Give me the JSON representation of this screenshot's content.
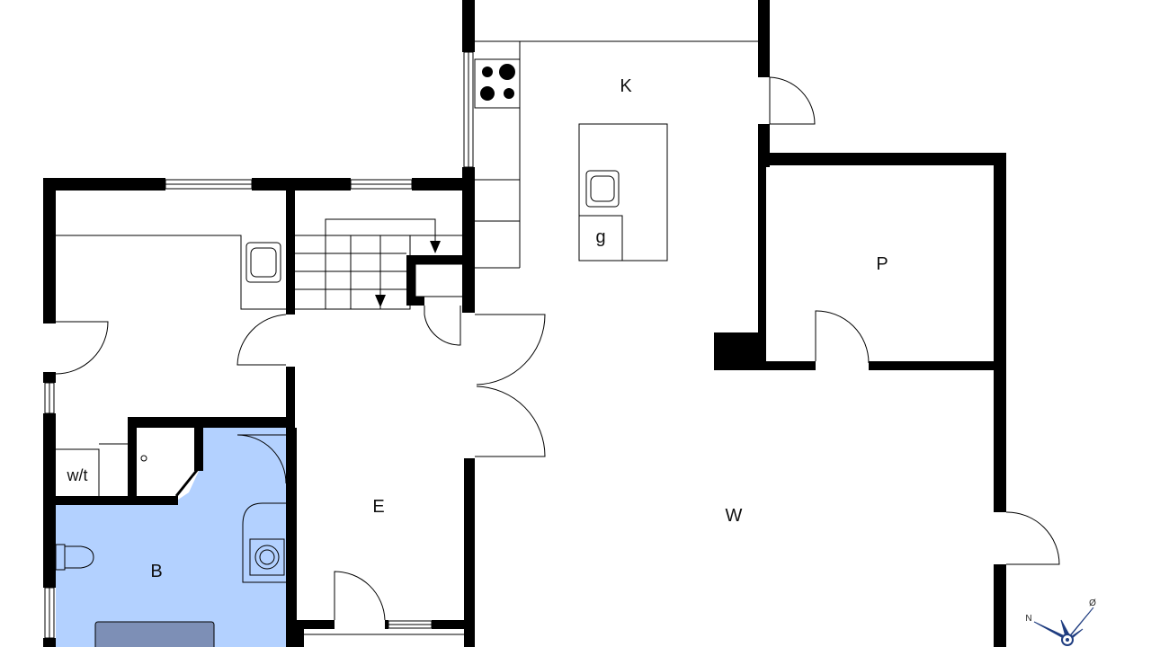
{
  "rooms": {
    "kitchen": "K",
    "living": "W",
    "room_p": "P",
    "entrance": "E",
    "bathroom": "B",
    "toilet": "w/t",
    "island_appliance": "g"
  },
  "compass": {
    "north": "N",
    "east": "Ø"
  },
  "colors": {
    "wall": "#000000",
    "bathroom_fill": "#b3d1ff",
    "bathtub_fill": "#7d8fb6",
    "background": "#ffffff",
    "compass": "#1f3d80"
  }
}
